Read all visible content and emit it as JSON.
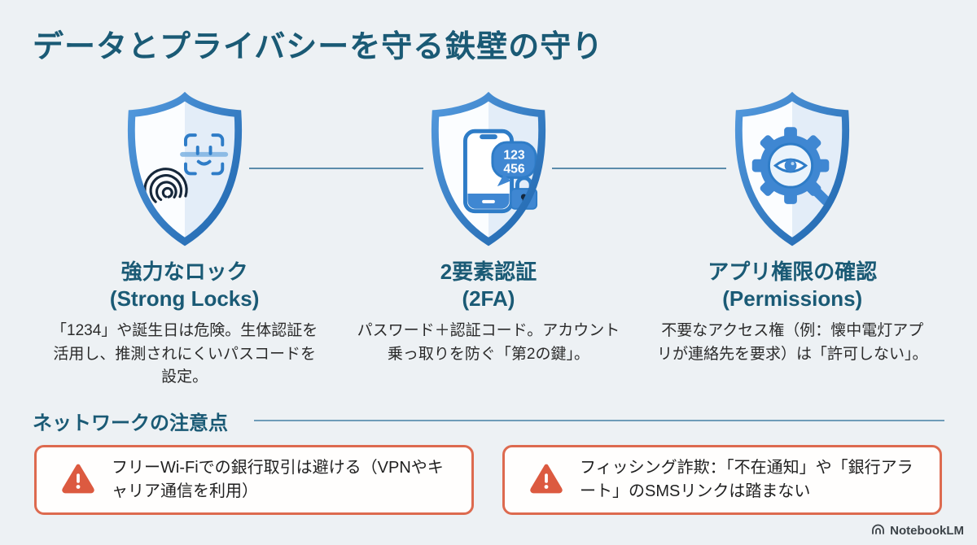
{
  "title": "データとプライバシーを守る鉄壁の守り",
  "colors": {
    "background": "#edf1f4",
    "accent_teal": "#1a5a75",
    "shield_blue": "#2e7cc7",
    "shield_fill_blue": "#3f87d2",
    "connector_line": "#5b8cab",
    "warning_border": "#dd6a4f",
    "warning_icon": "#dc5a40"
  },
  "cards": [
    {
      "icon": "biometric-shield-icon",
      "heading_ja": "強力なロック",
      "heading_en": "(Strong Locks)",
      "body": "「1234」や誕生日は危険。生体認証を活用し、推測されにくいパスコードを設定。"
    },
    {
      "icon": "two-factor-shield-icon",
      "heading_ja": "2要素認証",
      "heading_en": "(2FA)",
      "body": "パスワード＋認証コード。アカウント乗っ取りを防ぐ「第2の鍵」。",
      "code_line1": "123",
      "code_line2": "456"
    },
    {
      "icon": "permissions-shield-icon",
      "heading_ja": "アプリ権限の確認",
      "heading_en": "(Permissions)",
      "body": "不要なアクセス権（例：懐中電灯アプリが連絡先を要求）は「許可しない」。"
    }
  ],
  "network_section": {
    "title": "ネットワークの注意点",
    "warnings": [
      {
        "icon": "warning-icon",
        "text": "フリーWi-Fiでの銀行取引は避ける（VPNやキャリア通信を利用）"
      },
      {
        "icon": "warning-icon",
        "text": "フィッシング詐欺：「不在通知」や「銀行アラート」のSMSリンクは踏まない"
      }
    ]
  },
  "footer": {
    "brand": "NotebookLM"
  }
}
